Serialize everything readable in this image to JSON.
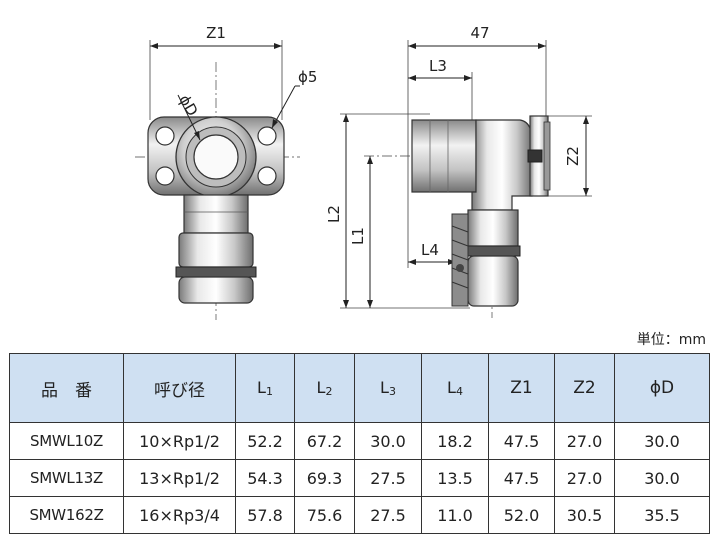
{
  "drawing": {
    "labels": {
      "z1": "Z1",
      "d47": "47",
      "l3": "L3",
      "phi5": "ϕ5",
      "phiD": "ϕD",
      "z2": "Z2",
      "l2": "L2",
      "l1": "L1",
      "l4": "L4"
    }
  },
  "unit_label": "単位：mm",
  "table": {
    "headers": [
      {
        "main": "品　番",
        "sub": ""
      },
      {
        "main": "呼び径",
        "sub": ""
      },
      {
        "main": "L",
        "sub": "1"
      },
      {
        "main": "L",
        "sub": "2"
      },
      {
        "main": "L",
        "sub": "3"
      },
      {
        "main": "L",
        "sub": "4"
      },
      {
        "main": "Z1",
        "sub": ""
      },
      {
        "main": "Z2",
        "sub": ""
      },
      {
        "main": "ϕD",
        "sub": ""
      }
    ],
    "rows": [
      [
        "SMWL10Z",
        "10×Rp1/2",
        "52.2",
        "67.2",
        "30.0",
        "18.2",
        "47.5",
        "27.0",
        "30.0"
      ],
      [
        "SMWL13Z",
        "13×Rp1/2",
        "54.3",
        "69.3",
        "27.5",
        "13.5",
        "47.5",
        "27.0",
        "30.0"
      ],
      [
        "SMW162Z",
        "16×Rp3/4",
        "57.8",
        "75.6",
        "27.5",
        "11.0",
        "52.0",
        "30.5",
        "35.5"
      ]
    ]
  },
  "colors": {
    "header_bg": "#cfe0f2",
    "metal_light": "#eeeeee",
    "metal_mid": "#b5b5b5",
    "metal_dark": "#6a6a6a"
  }
}
